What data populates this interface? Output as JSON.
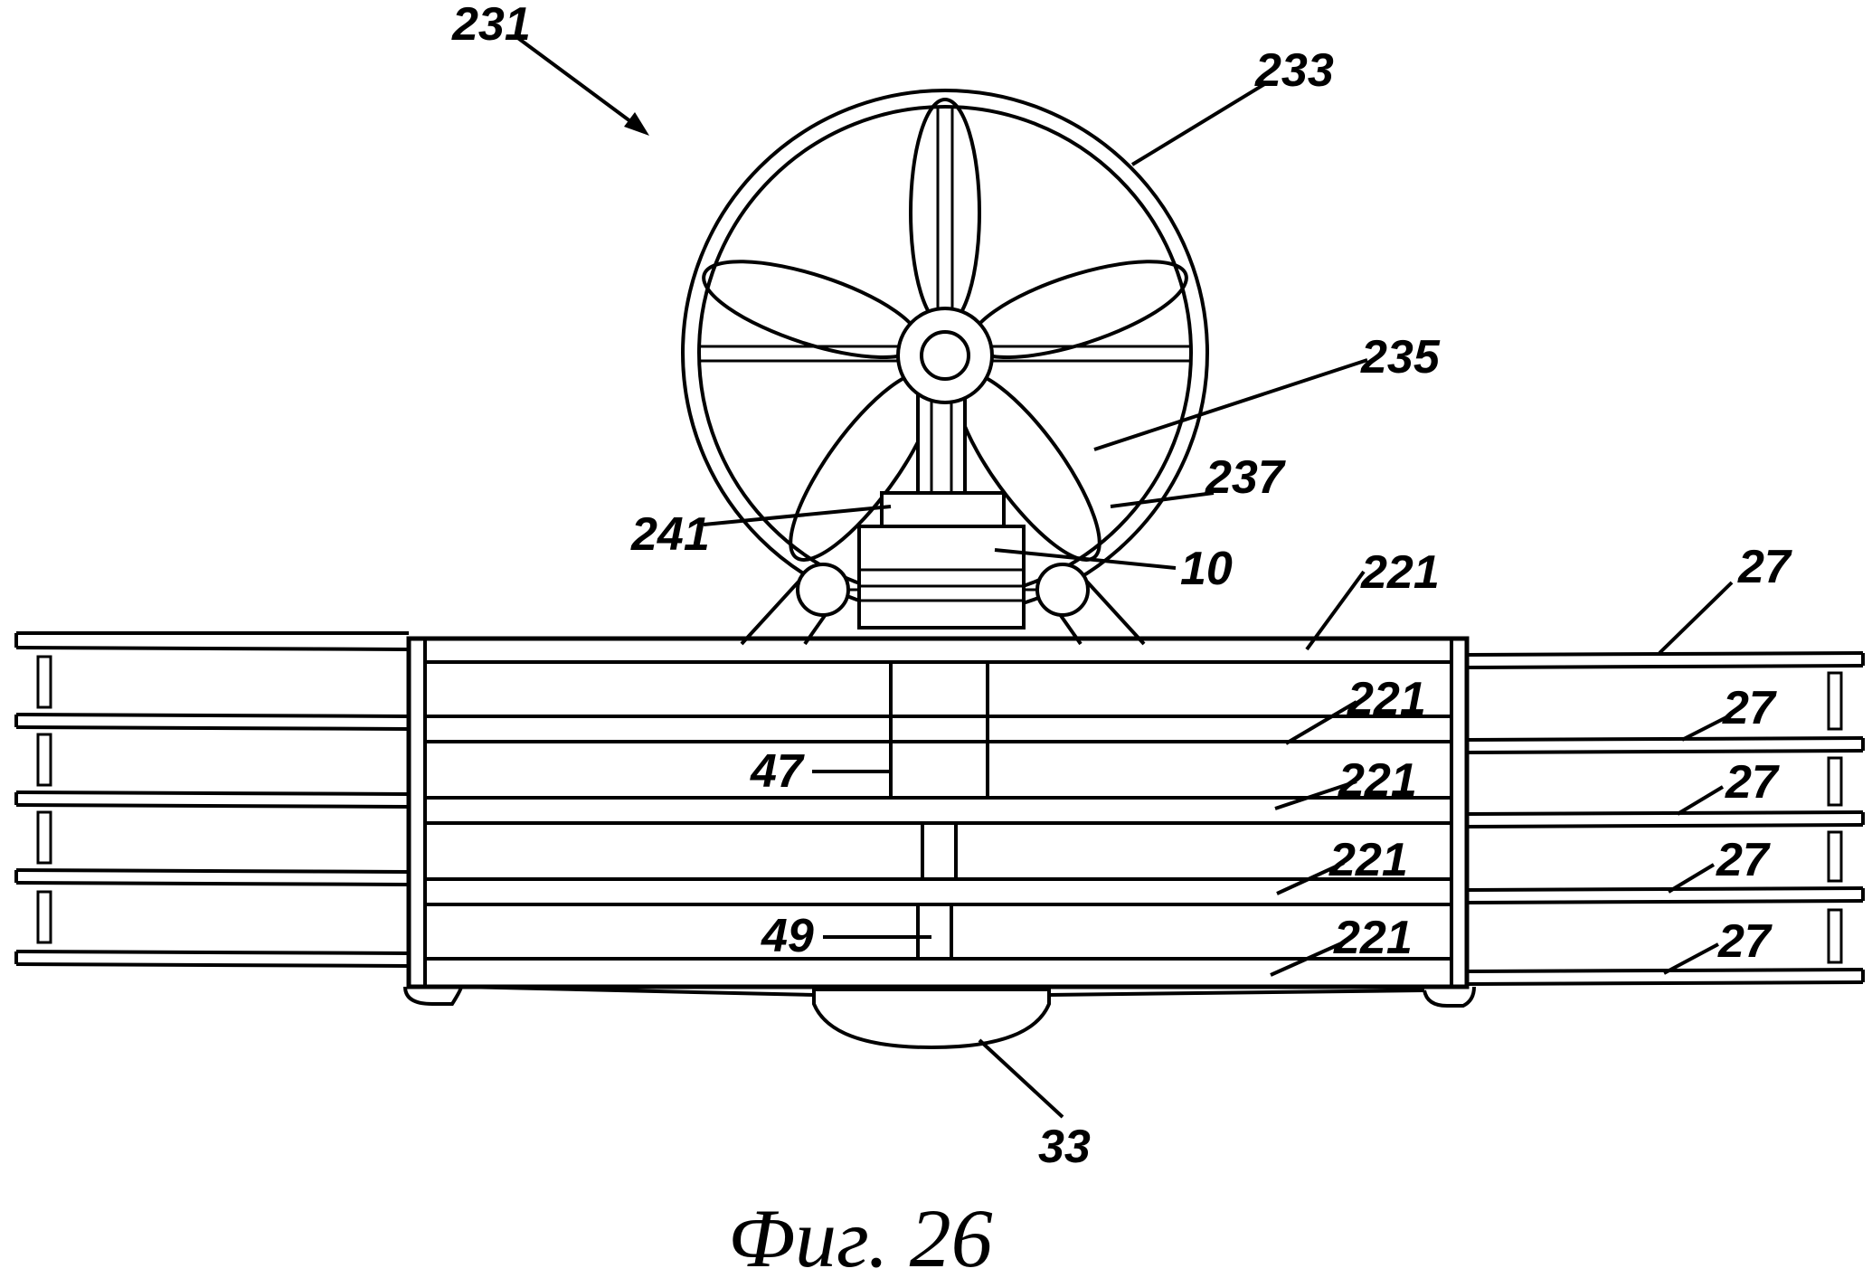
{
  "figure": {
    "caption": "Фиг. 26",
    "labels": {
      "l231": "231",
      "l233": "233",
      "l235": "235",
      "l237": "237",
      "l241": "241",
      "l10": "10",
      "l221_top": "221",
      "l221_a": "221",
      "l221_b": "221",
      "l221_c": "221",
      "l221_d": "221",
      "l27_top": "27",
      "l27_a": "27",
      "l27_b": "27",
      "l27_c": "27",
      "l27_d": "27",
      "l47": "47",
      "l49": "49",
      "l33": "33"
    }
  }
}
